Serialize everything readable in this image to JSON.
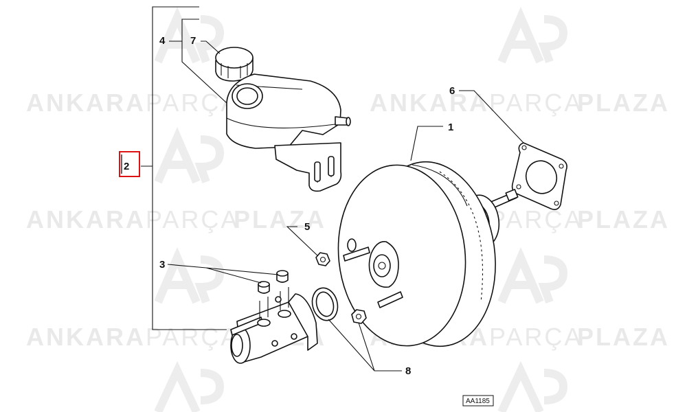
{
  "watermark": {
    "brand_light": "ANKARA",
    "brand_mid": "PARÇA",
    "brand_bold": "PLAZA"
  },
  "callouts": {
    "c1": "1",
    "c2": "2",
    "c3": "3",
    "c4": "4",
    "c5": "5",
    "c6": "6",
    "c7": "7",
    "c8": "8"
  },
  "highlighted_callout": "2",
  "colors": {
    "highlight": "#dd1111",
    "line": "#111111",
    "watermark": "#e9e9e9"
  },
  "reference_code": "AA1185"
}
